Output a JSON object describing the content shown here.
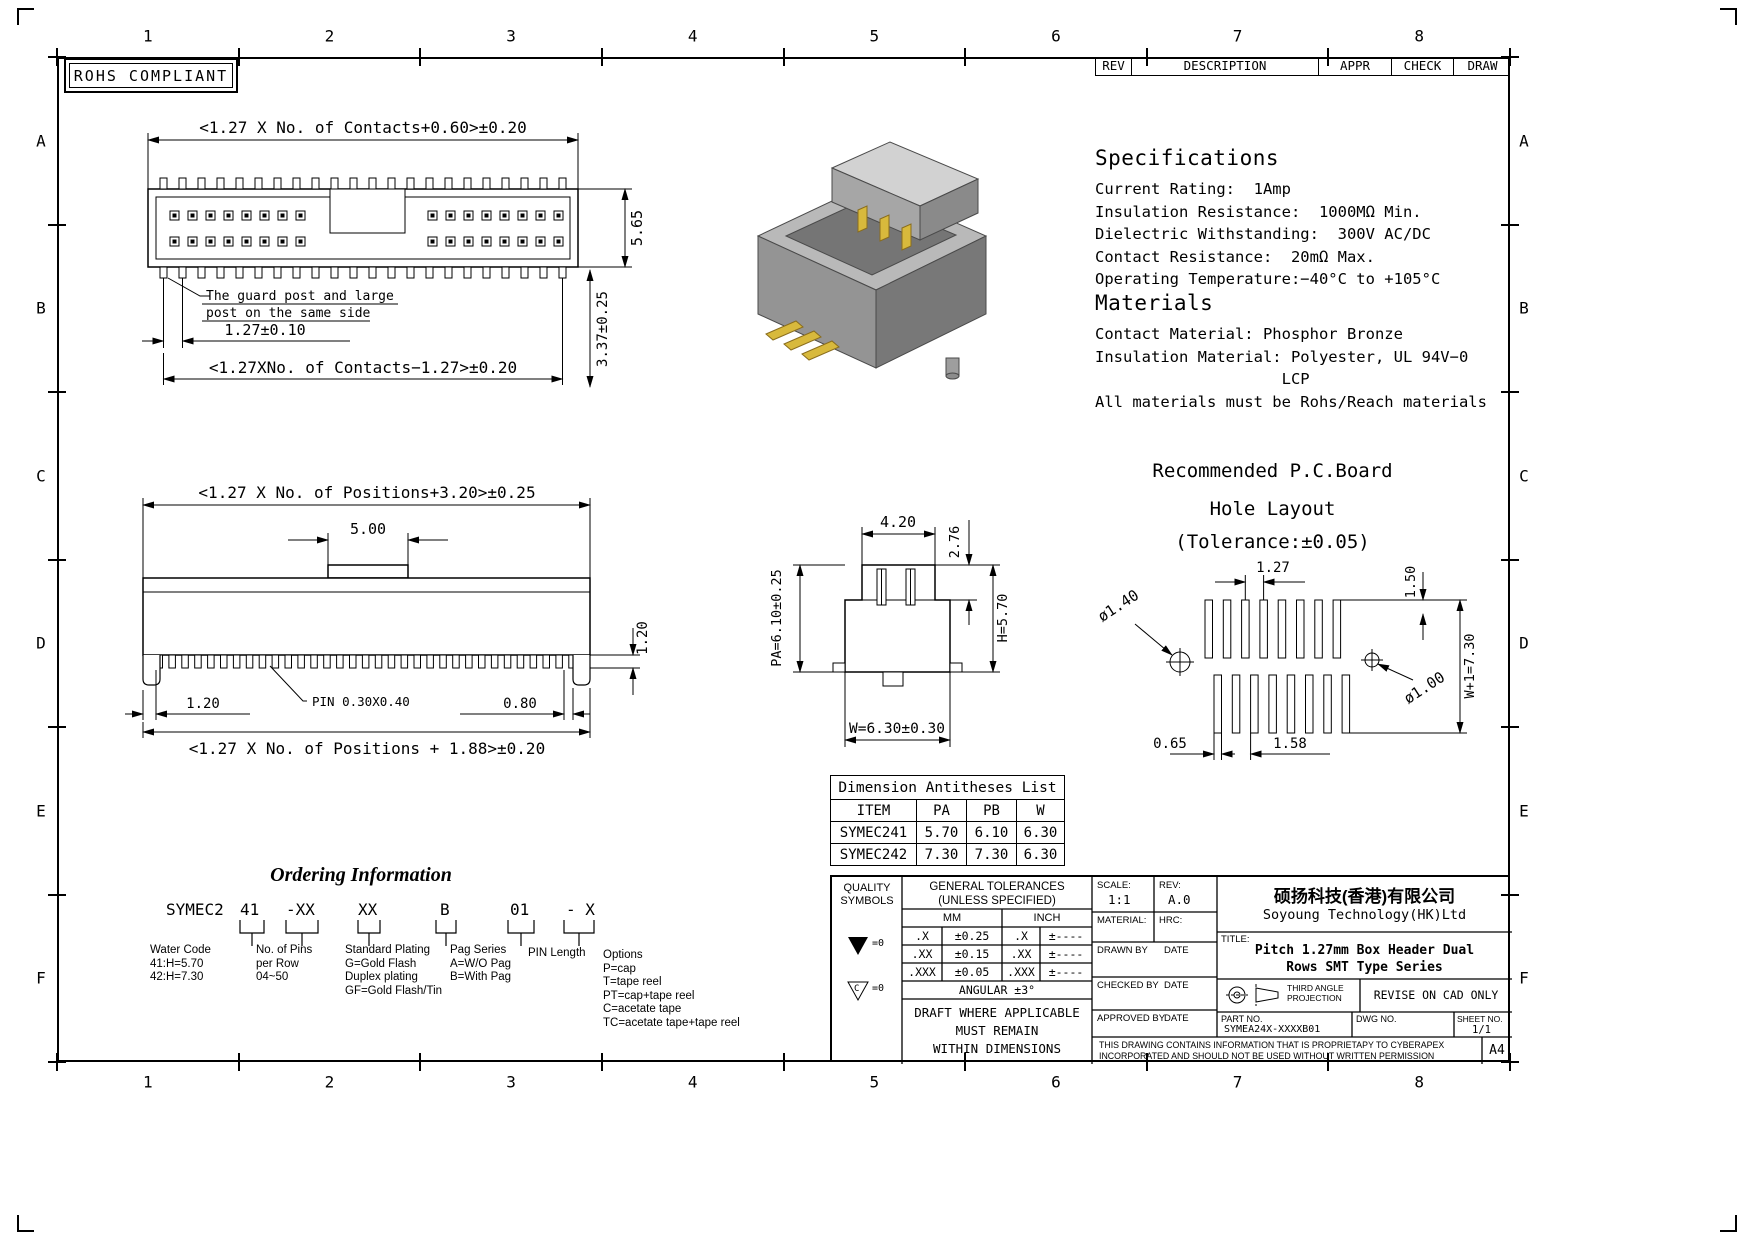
{
  "sheet": {
    "cols": [
      "1",
      "2",
      "3",
      "4",
      "5",
      "6",
      "7",
      "8"
    ],
    "rows": [
      "A",
      "B",
      "C",
      "D",
      "E",
      "F"
    ],
    "rohs": "ROHS COMPLIANT",
    "paper_size": "A4"
  },
  "rev_header": {
    "rev": "REV",
    "description": "DESCRIPTION",
    "appr": "APPR",
    "check": "CHECK",
    "draw": "DRAW"
  },
  "specs": {
    "title": "Specifications",
    "lines": [
      "Current Rating:  1Amp",
      "Insulation Resistance:  1000MΩ Min.",
      "Dielectric Withstanding:  300V AC/DC",
      "Contact Resistance:  20mΩ Max.",
      "Operating Temperature:−40°C to +105°C"
    ]
  },
  "materials": {
    "title": "Materials",
    "lines": [
      "Contact Material: Phosphor Bronze",
      "Insulation Material: Polyester, UL 94V−0",
      "                    LCP",
      "All materials must be Rohs/Reach materials"
    ]
  },
  "top_view": {
    "dim_top": "<1.27 X No. of Contacts+0.60>±0.20",
    "dim_height": "5.65",
    "dim_drop": "3.37±0.25",
    "callout_line1": "The guard post and large",
    "callout_line2": "post on the same side",
    "dim_pitch": "1.27±0.10",
    "dim_bottom": "<1.27XNo. of Contacts−1.27>±0.20"
  },
  "front_view": {
    "dim_top": "<1.27 X No. of Positions+3.20>±0.25",
    "dim_tab": "5.00",
    "dim_tooth_h": "1.20",
    "dim_left": "1.20",
    "pin_callout": "PIN 0.30X0.40",
    "dim_post": "0.80",
    "dim_bottom": "<1.27 X No. of Positions + 1.88>±0.20"
  },
  "side_view": {
    "dim_top": "4.20",
    "dim_step": "2.76",
    "dim_pa": "PA=6.10±0.25",
    "dim_h": "H=5.70",
    "dim_w": "W=6.30±0.30"
  },
  "pcb": {
    "title_line1": "Recommended P.C.Board",
    "title_line2": "Hole Layout",
    "title_line3": "(Tolerance:±0.05)",
    "dim_pitch": "1.27",
    "dim_row_offset": "1.50",
    "dim_hole_left": "ø1.40",
    "dim_hole_right": "ø1.00",
    "dim_span": "W+1=7.30",
    "dim_slot_width": "0.65",
    "dim_slot_pitch": "1.58"
  },
  "antitheses": {
    "title": "Dimension Antitheses List",
    "headers": [
      "ITEM",
      "PA",
      "PB",
      "W"
    ],
    "rows": [
      [
        "SYMEC241",
        "5.70",
        "6.10",
        "6.30"
      ],
      [
        "SYMEC242",
        "7.30",
        "7.30",
        "6.30"
      ]
    ]
  },
  "ordering": {
    "title": "Ordering Information",
    "segments": [
      "SYMEC2",
      "41",
      "-XX",
      "XX",
      "B",
      "01",
      "- X"
    ],
    "water_code": "Water Code\n41:H=5.70\n42:H=7.30",
    "pins_per_row": "No. of Pins\nper Row\n04~50",
    "plating": "Standard Plating\nG=Gold Flash\nDuplex plating\nGF=Gold Flash/Tin",
    "pag_series": "Pag Series\nA=W/O Pag\nB=With Pag",
    "pin_length": "PIN Length",
    "options": "Options\nP=cap\nT=tape reel\nPT=cap+tape reel\nC=acetate tape\nTC=acetate tape+tape reel"
  },
  "title_block": {
    "quality_symbols": "QUALITY\nSYMBOLS",
    "tolerances_title": "GENERAL TOLERANCES\n(UNLESS SPECIFIED)",
    "mm": "MM",
    "inch": "INCH",
    "tol_mm": [
      [
        ".X",
        "±0.25"
      ],
      [
        ".XX",
        "±0.15"
      ],
      [
        ".XXX",
        "±0.05"
      ]
    ],
    "tol_inch": [
      [
        ".X",
        "±----"
      ],
      [
        ".XX",
        "±----"
      ],
      [
        ".XXX",
        "±----"
      ]
    ],
    "angular": "ANGULAR ±3°",
    "draft_note": "DRAFT WHERE APPLICABLE\nMUST REMAIN\nWITHIN DIMENSIONS",
    "scale_label": "SCALE:",
    "scale_value": "1:1",
    "rev_label": "REV:",
    "rev_value": "A.0",
    "material_label": "MATERIAL:",
    "hrc_label": "HRC:",
    "drawn_label": "DRAWN BY",
    "checked_label": "CHECKED BY",
    "approved_label": "APPROVED BY",
    "date_label": "DATE",
    "company_cn": "硕扬科技(香港)有限公司",
    "company_en": "Soyoung Technology(HK)Ltd",
    "title_label": "TITLE:",
    "title_line1": "Pitch 1.27mm Box Header Dual",
    "title_line2": "Rows SMT Type  Series",
    "projection": "THIRD ANGLE\nPROJECTION",
    "revise_note": "REVISE ON CAD ONLY",
    "part_no_label": "PART NO.",
    "part_no": "SYMEA24X-XXXXB01",
    "dwg_no_label": "DWG NO.",
    "sheet_no_label": "SHEET NO.",
    "sheet_no": "1/1",
    "note_line1": "THIS DRAWING CONTAINS INFORMATION THAT IS PROPRIETAPY TO CYBERAPEX",
    "note_line2": "INCORPORATED AND SHOULD NOT BE USED WITHOUT WRITTEN PERMISSION"
  }
}
